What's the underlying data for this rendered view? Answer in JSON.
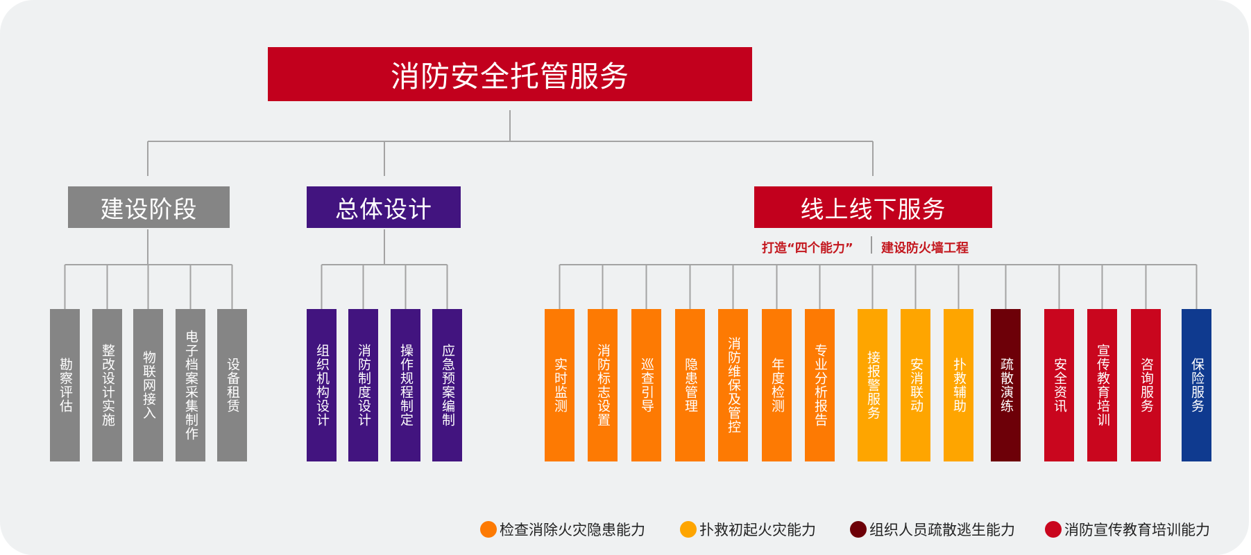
{
  "diagram": {
    "root": {
      "label": "消防安全托管服务",
      "color": "#c2001d"
    },
    "stages": [
      {
        "label": "建设阶段",
        "color": "#858585"
      },
      {
        "label": "总体设计",
        "color": "#42147f"
      },
      {
        "label": "线上线下服务",
        "color": "#c2001d"
      }
    ],
    "tagline": {
      "left": "打造“四个能力”",
      "right": "建设防火墙工程"
    },
    "leaves": {
      "construction": [
        "勘察评估",
        "整改设计实施",
        "物联网接入",
        "电子档案采集制作",
        "设备租赁"
      ],
      "design": [
        "组织机构设计",
        "消防制度设计",
        "操作规程制定",
        "应急预案编制"
      ],
      "service": [
        "实时监测",
        "消防标志设置",
        "巡查引导",
        "隐患管理",
        "消防维保及管控",
        "年度检测",
        "专业分析报告",
        "接报警服务",
        "安消联动",
        "扑救辅助",
        "疏散演练",
        "安全资讯",
        "宣传教育培训",
        "咨询服务",
        "保险服务"
      ]
    },
    "service_colors": [
      "#fd7a03",
      "#fd7a03",
      "#fd7a03",
      "#fd7a03",
      "#fd7a03",
      "#fd7a03",
      "#fd7a03",
      "#fea500",
      "#fea500",
      "#fea500",
      "#6d0008",
      "#c9061e",
      "#c9061e",
      "#c9061e",
      "#0f3a8f"
    ]
  },
  "legend": [
    {
      "label": "检查消除火灾隐患能力",
      "color": "#fd7a03"
    },
    {
      "label": "扑救初起火灾能力",
      "color": "#fea500"
    },
    {
      "label": "组织人员疏散逃生能力",
      "color": "#6d0008"
    },
    {
      "label": "消防宣传教育培训能力",
      "color": "#c9061e"
    }
  ]
}
